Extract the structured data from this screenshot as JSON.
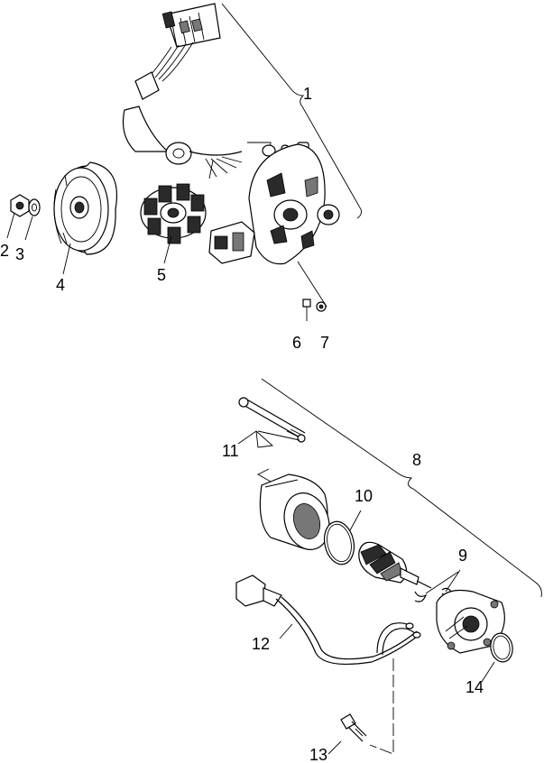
{
  "callouts": {
    "c1": "1",
    "c2": "2",
    "c3": "3",
    "c4": "4",
    "c5": "5",
    "c6": "6",
    "c7": "7",
    "c8": "8",
    "c9": "9",
    "c10": "10",
    "c11": "11",
    "c12": "12",
    "c13": "13",
    "c14": "14"
  },
  "colors": {
    "ink": "#000000",
    "background": "#ffffff",
    "dark_fill": "#2a2a2a",
    "mid_fill": "#777777",
    "light_fill": "#bdbdbd"
  }
}
